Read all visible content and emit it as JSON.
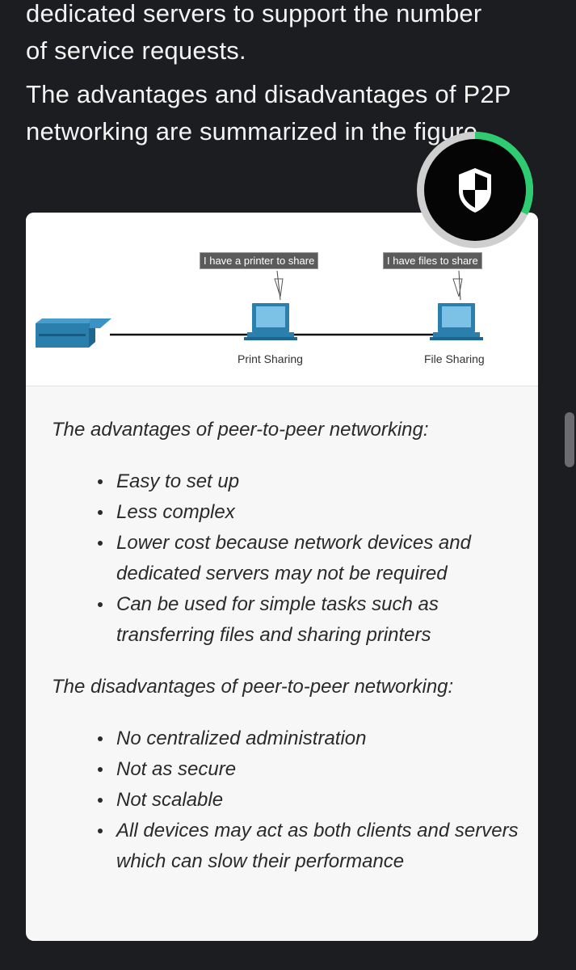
{
  "article": {
    "top_line": "dedicated servers to support the number",
    "top_line2": "of service requests.",
    "summary_line1": "The advantages and disadvantages of P2P",
    "summary_line2": "networking are summarized in the figure."
  },
  "figure": {
    "tooltip_printer": "I have a printer to share",
    "tooltip_files": "I have files to share",
    "label_print": "Print Sharing",
    "label_file": "File Sharing"
  },
  "advantages": {
    "heading": "The advantages of peer-to-peer networking:",
    "items": [
      "Easy to set up",
      "Less complex",
      "Lower cost because network devices and dedicated servers may not be required",
      "Can be used for simple tasks such as transferring files and sharing printers"
    ]
  },
  "disadvantages": {
    "heading": "The disadvantages of peer-to-peer networking:",
    "items": [
      "No centralized administration",
      "Not as secure",
      "Not scalable",
      "All devices may act as both clients and servers which can slow their performance"
    ]
  },
  "colors": {
    "background": "#1c1d21",
    "card": "#f7f7f7",
    "device_blue": "#2a7fad",
    "progress_green": "#2ecc71"
  },
  "icons": {
    "security": "shield-icon"
  },
  "progress": {
    "ring_fraction": 0.32
  }
}
